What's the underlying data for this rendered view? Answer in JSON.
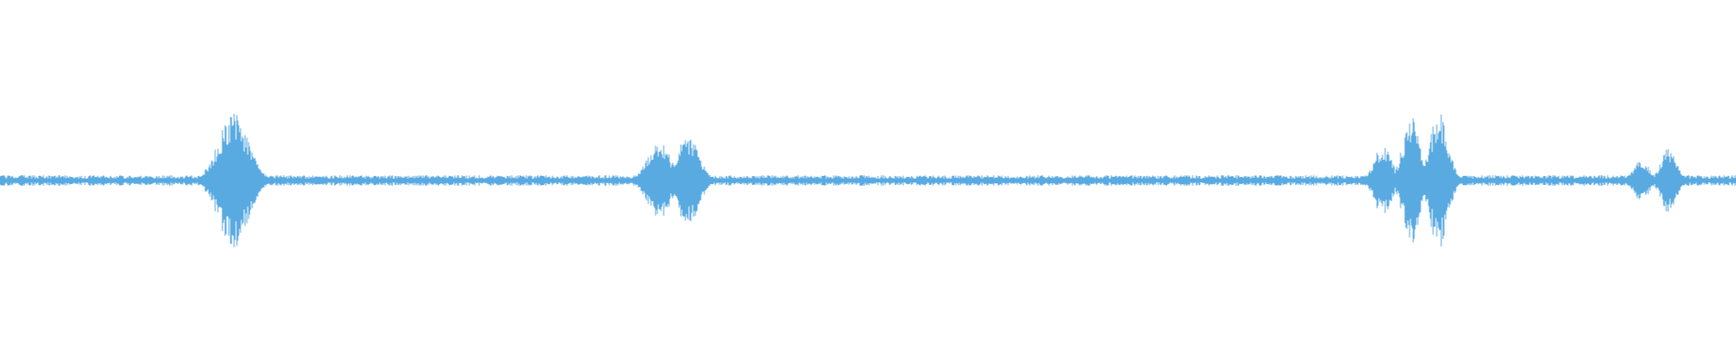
{
  "waveform": {
    "color": "#5aaae2",
    "background": "#ffffff",
    "duration_fraction_bursts": [
      {
        "center": 0.1345,
        "amplitude": 0.58,
        "width": 0.0085
      },
      {
        "center": 0.3795,
        "amplitude": 0.35,
        "width": 0.0065
      },
      {
        "center": 0.3965,
        "amplitude": 0.4,
        "width": 0.006
      },
      {
        "center": 0.7965,
        "amplitude": 0.3,
        "width": 0.005
      },
      {
        "center": 0.813,
        "amplitude": 0.55,
        "width": 0.0048
      },
      {
        "center": 0.829,
        "amplitude": 0.6,
        "width": 0.005
      },
      {
        "center": 0.9455,
        "amplitude": 0.18,
        "width": 0.0045
      },
      {
        "center": 0.9615,
        "amplitude": 0.28,
        "width": 0.0045
      }
    ],
    "noise_floor_amplitude": 0.045
  }
}
